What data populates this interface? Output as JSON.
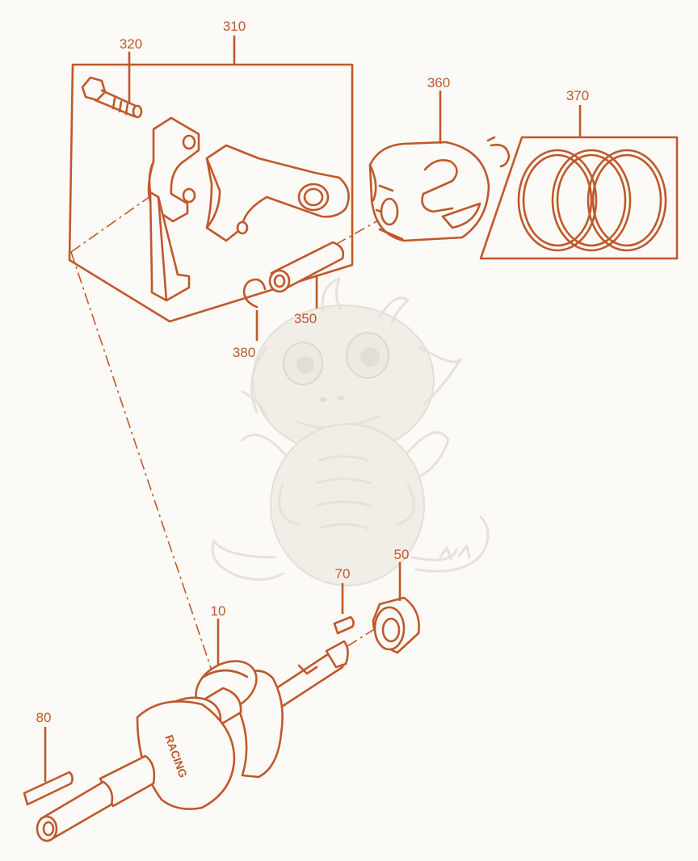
{
  "colors": {
    "line": "#c0582a",
    "background": "#fbfaf6",
    "watermark": "#e6e2da"
  },
  "watermark": {
    "icon": "baby-dragon-watermark"
  },
  "labels": {
    "p310": "310",
    "p320": "320",
    "p360": "360",
    "p370": "370",
    "p350": "350",
    "p380": "380",
    "p50": "50",
    "p70": "70",
    "p10": "10",
    "p80": "80"
  },
  "crank_text": "RACING"
}
